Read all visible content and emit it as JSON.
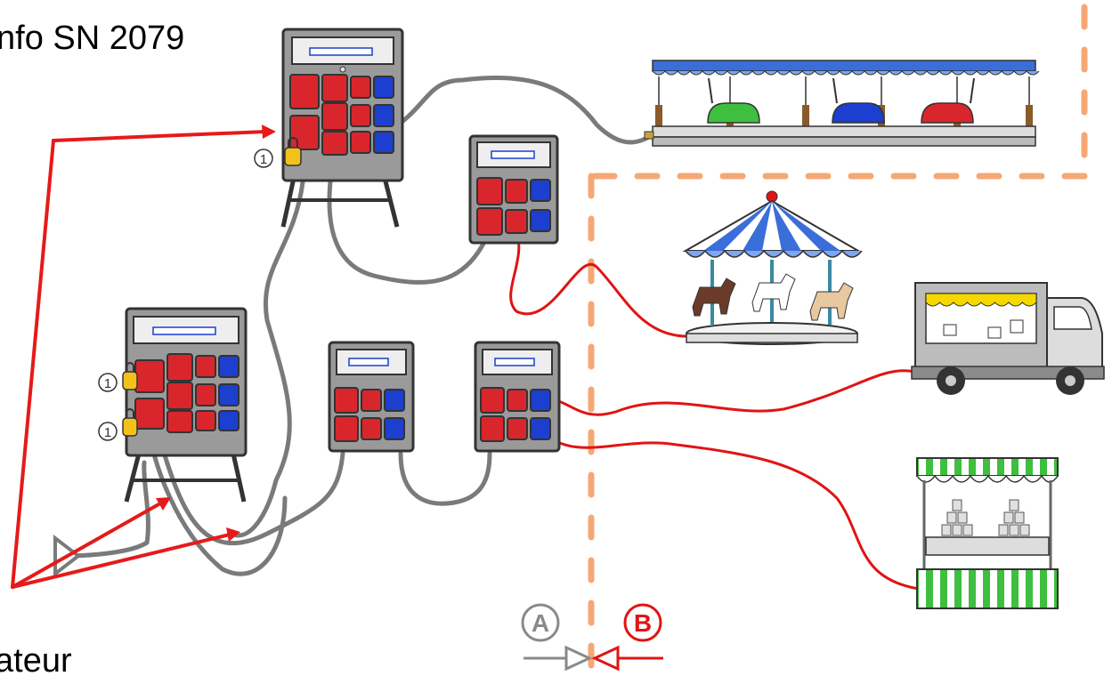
{
  "title_text": "nfo SN 2079",
  "footer_text": "ateur",
  "lock_marker": "1",
  "point_a": "A",
  "point_b": "B",
  "colors": {
    "cable_grey": "#7a7a7a",
    "cable_red": "#e01414",
    "arrow_red": "#e61a1a",
    "boundary_orange": "#f5a874",
    "socket_red": "#d9262c",
    "socket_blue": "#1c3fcf",
    "box_grey": "#9a9a9a",
    "lock_yellow": "#f2c21b",
    "awning_blue": "#3a6ed8",
    "stall_green": "#3fbf3f"
  },
  "icons": [
    "distribution-box-icon",
    "padlock-icon",
    "bumper-cars-icon",
    "carousel-icon",
    "food-truck-icon",
    "market-stall-icon"
  ]
}
